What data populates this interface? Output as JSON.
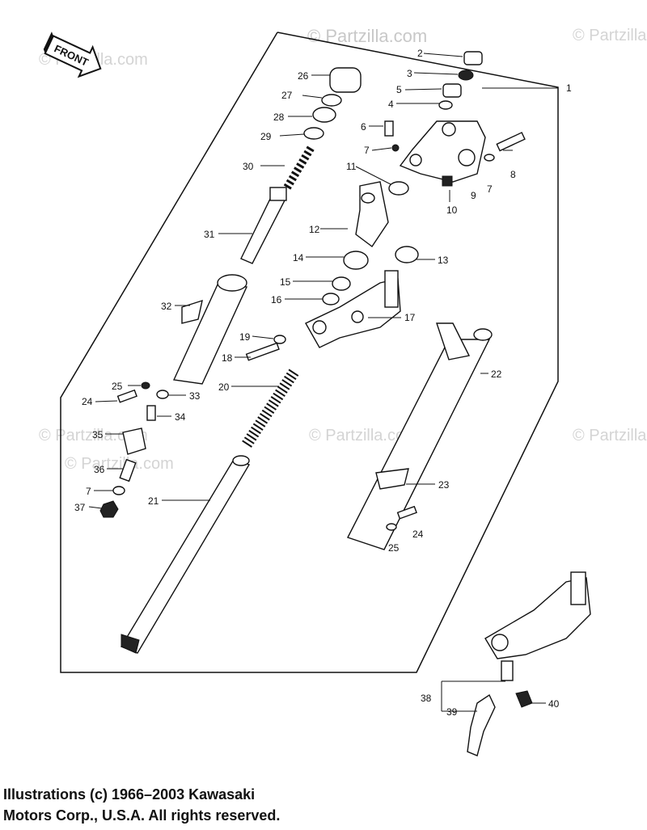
{
  "watermarks": [
    "© Partzilla.com",
    "© Partzilla.com",
    "© Partzilla.com",
    "© Partzilla.com",
    "© Partzilla.com",
    "© Partzilla.com",
    "© Partzilla.com"
  ],
  "front_arrow_label": "FRONT",
  "callouts": {
    "c1": "1",
    "c2": "2",
    "c3": "3",
    "c4": "4",
    "c5": "5",
    "c6": "6",
    "c7a": "7",
    "c7b": "7",
    "c7c": "7",
    "c8": "8",
    "c9": "9",
    "c10": "10",
    "c11": "11",
    "c12": "12",
    "c13": "13",
    "c14": "14",
    "c15": "15",
    "c16": "16",
    "c17": "17",
    "c18": "18",
    "c19": "19",
    "c20": "20",
    "c21": "21",
    "c22": "22",
    "c23": "23",
    "c24a": "24",
    "c24b": "24",
    "c25a": "25",
    "c25b": "25",
    "c26": "26",
    "c27": "27",
    "c28": "28",
    "c29": "29",
    "c30": "30",
    "c31": "31",
    "c32": "32",
    "c33": "33",
    "c34": "34",
    "c35": "35",
    "c36": "36",
    "c37": "37",
    "c38": "38",
    "c39": "39",
    "c40": "40"
  },
  "copyright": {
    "line1": "Illustrations (c) 1966–2003 Kawasaki",
    "line2": "Motors Corp., U.S.A.  All rights reserved."
  }
}
